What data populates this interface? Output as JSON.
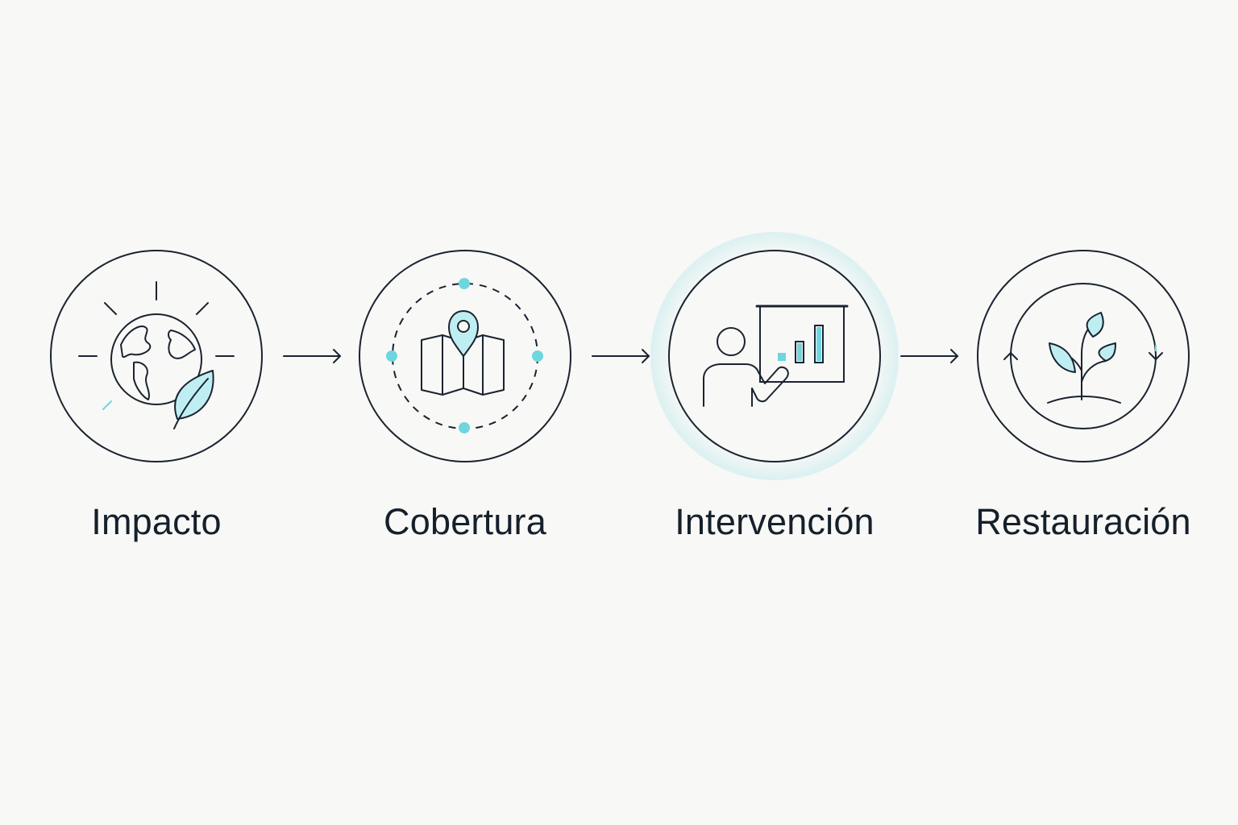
{
  "steps": [
    {
      "label": "Impacto",
      "icon": "globe-leaf-icon"
    },
    {
      "label": "Cobertura",
      "icon": "map-pin-icon"
    },
    {
      "label": "Intervención",
      "icon": "presenter-chart-icon"
    },
    {
      "label": "Restauración",
      "icon": "sprout-cycle-icon"
    }
  ],
  "colors": {
    "stroke": "#1a2330",
    "accent": "#6fd6e0",
    "accent_fill": "#bfeef2",
    "background": "#f8f8f6"
  }
}
